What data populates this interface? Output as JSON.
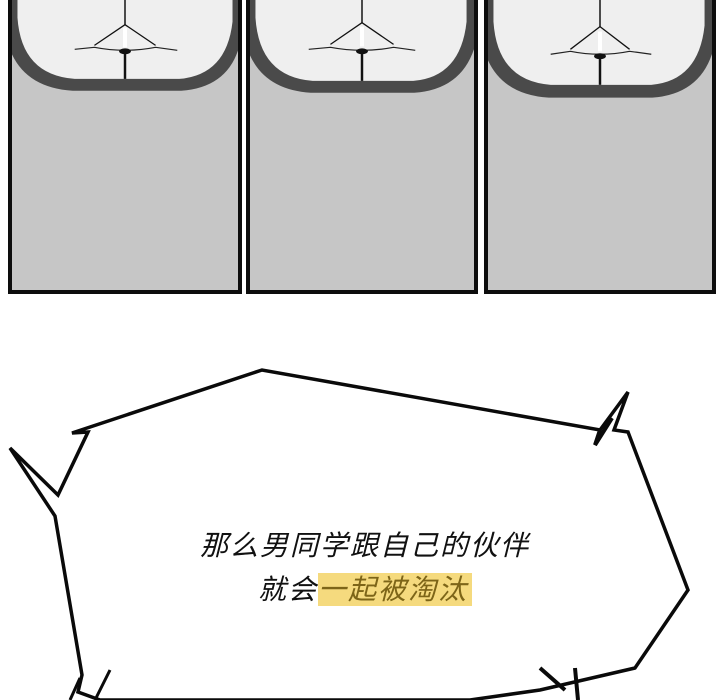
{
  "comic": {
    "panels": [
      {
        "id": 1,
        "description": "close-up of chin/mouth outline on grey background"
      },
      {
        "id": 2,
        "description": "close-up of chin/mouth outline on grey background"
      },
      {
        "id": 3,
        "description": "close-up of chin/mouth outline on grey background"
      }
    ],
    "speech_bubble": {
      "line1": "那么男同学跟自己的伙伴",
      "line2_plain": "就会",
      "line2_highlight": "一起被淘汰"
    },
    "colors": {
      "panel_bg": "#c6c6c6",
      "face_fill": "#efefef",
      "outline_dark": "#4a4a4a",
      "border": "#0d0d0d",
      "highlight": "#f5da7e",
      "highlight_text": "#7d6518"
    }
  }
}
